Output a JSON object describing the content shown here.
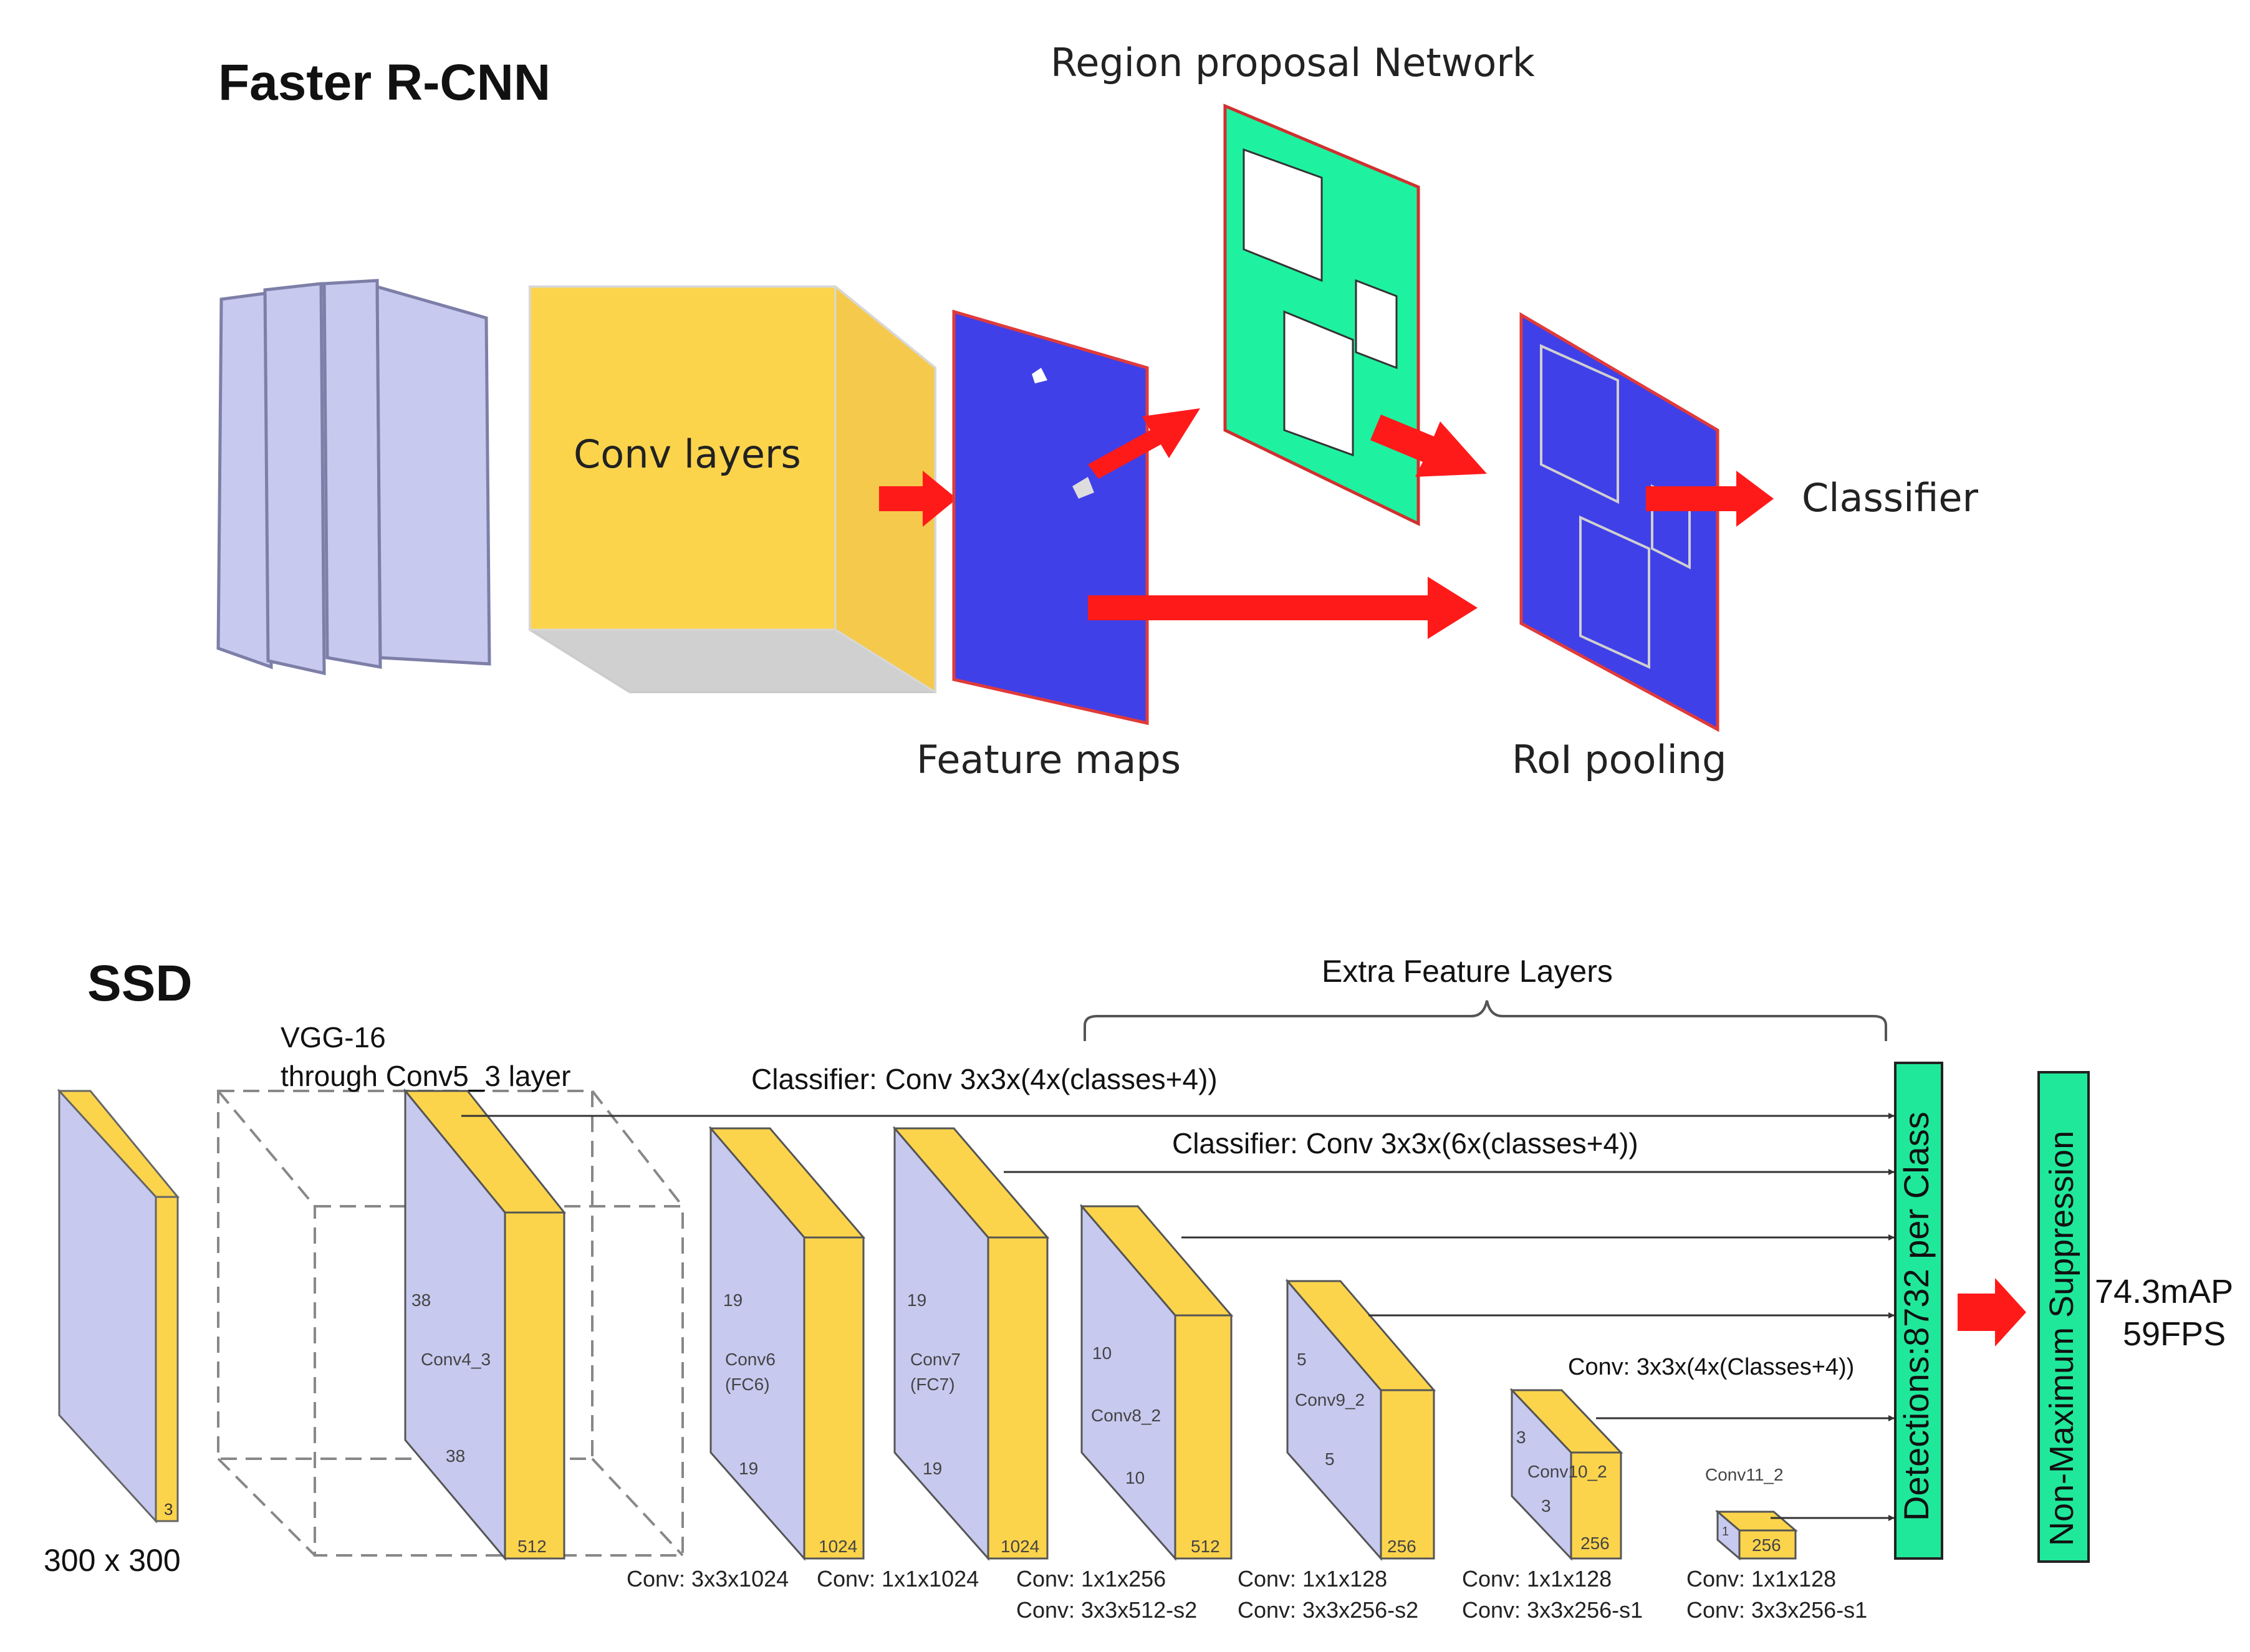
{
  "faster_rcnn": {
    "title": "Faster R-CNN",
    "rpn_label": "Region proposal Network",
    "conv_label": "Conv layers",
    "feature_maps_label": "Feature maps",
    "roi_label": "RoI pooling",
    "classifier_label": "Classifier"
  },
  "ssd": {
    "title": "SSD",
    "vgg_line1": "VGG-16",
    "vgg_line2": "through Conv5_3 layer",
    "extra_label": "Extra Feature Layers",
    "classifier1": "Classifier: Conv 3x3x(4x(classes+4))",
    "classifier2": "Classifier: Conv 3x3x(6x(classes+4))",
    "classifier3": "Conv: 3x3x(4x(Classes+4))",
    "input_label": "300 x 300",
    "input_depth": "3",
    "conv4": {
      "name": "Conv4_3",
      "h": "38",
      "w": "38",
      "d": "512"
    },
    "conv6": {
      "name1": "Conv6",
      "name2": "(FC6)",
      "h": "19",
      "w": "19",
      "d": "1024"
    },
    "conv7": {
      "name1": "Conv7",
      "name2": "(FC7)",
      "h": "19",
      "w": "19",
      "d": "1024"
    },
    "conv8": {
      "name": "Conv8_2",
      "h": "10",
      "w": "10",
      "d": "512"
    },
    "conv9": {
      "name": "Conv9_2",
      "h": "5",
      "w": "5",
      "d": "256"
    },
    "conv10": {
      "name": "Conv10_2",
      "h": "3",
      "w": "3",
      "d": "256"
    },
    "conv11": {
      "name": "Conv11_2",
      "h": "1",
      "d": "256"
    },
    "ops": {
      "op1": "Conv: 3x3x1024",
      "op2": "Conv: 1x1x1024",
      "op3a": "Conv: 1x1x256",
      "op3b": "Conv: 3x3x512-s2",
      "op4a": "Conv: 1x1x128",
      "op4b": "Conv: 3x3x256-s2",
      "op5a": "Conv: 1x1x128",
      "op5b": "Conv: 3x3x256-s1",
      "op6a": "Conv: 1x1x128",
      "op6b": "Conv: 3x3x256-s1"
    },
    "detections": "Detections:8732 per Class",
    "nms": "Non-Maximum Suppression",
    "map": "74.3mAP",
    "fps": "59FPS"
  },
  "colors": {
    "lavender": "#c7c9ef",
    "yellow": "#fcd44c",
    "blue": "#4040e8",
    "green": "#1ef2a0",
    "red": "#ff1a1a",
    "ssd_green": "#20e89a"
  }
}
